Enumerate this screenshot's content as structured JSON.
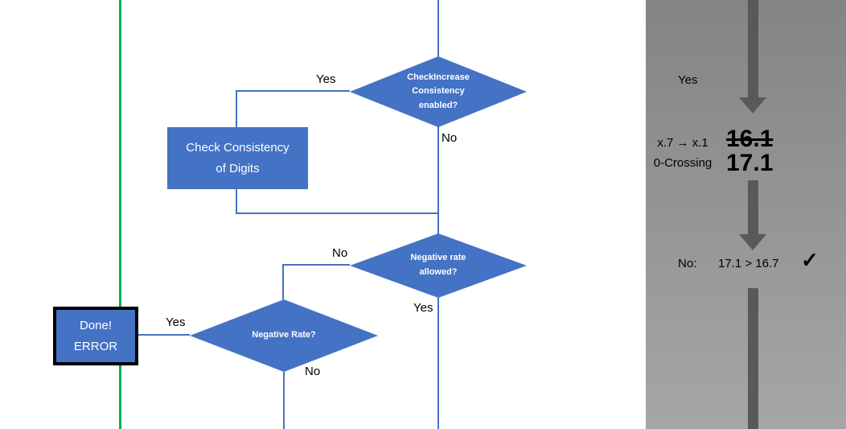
{
  "flowchart": {
    "decision_check_increase": {
      "label": "CheckIncrease\nConsistency\nenabled?"
    },
    "process_check_consistency": {
      "label": "Check Consistency\nof Digits"
    },
    "decision_negative_rate_allowed": {
      "label": "Negative rate\nallowed?"
    },
    "decision_negative_rate": {
      "label": "Negative Rate?"
    },
    "terminal_done_error": {
      "label": "Done!\nERROR"
    },
    "edge_labels": {
      "check_increase_yes": "Yes",
      "check_increase_no": "No",
      "rate_allowed_no": "No",
      "rate_allowed_yes": "Yes",
      "negative_rate_yes": "Yes",
      "negative_rate_no": "No"
    }
  },
  "side_panel": {
    "yes_label": "Yes",
    "crossing_note": "x.7 → x.1\n0-Crossing",
    "old_value": "16.1",
    "new_value": "17.1",
    "comparison_label": "No:",
    "comparison": "17.1 > 16.7",
    "checkmark": "✓"
  },
  "colors": {
    "shape_blue": "#4472C4",
    "connector_blue": "#4472C4",
    "divider_green": "#00B050",
    "panel_gray_top": "#848484",
    "panel_gray_bottom": "#A6A6A6",
    "arrow_gray": "#595959"
  }
}
